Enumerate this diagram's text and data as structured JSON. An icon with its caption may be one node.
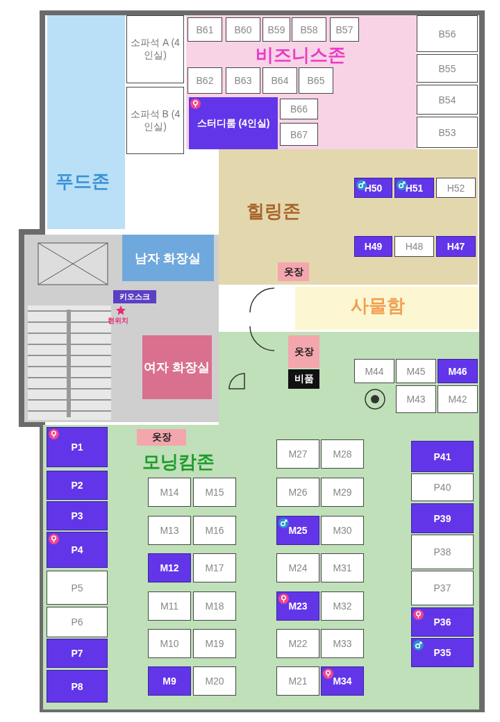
{
  "diagram": {
    "nodes": [
      {
        "text": [
          "푸드존"
        ]
      },
      {
        "text": [
          "소파석 A (4인실)"
        ]
      },
      {
        "text": [
          "소파석 B (4인실)"
        ]
      },
      {
        "text": [
          "비즈니스존"
        ]
      },
      {
        "text": [
          "B61"
        ],
        "in": 3
      },
      {
        "text": [
          "B60"
        ],
        "in": 3
      },
      {
        "text": [
          "B59"
        ],
        "in": 3
      },
      {
        "text": [
          "B58"
        ],
        "in": 3
      },
      {
        "text": [
          "B57"
        ],
        "in": 3
      },
      {
        "text": [
          "B56"
        ]
      },
      {
        "text": [
          "B62"
        ],
        "in": 3
      },
      {
        "text": [
          "B63"
        ],
        "in": 3
      },
      {
        "text": [
          "B64"
        ],
        "in": 3
      },
      {
        "text": [
          "B65"
        ],
        "in": 3
      },
      {
        "text": [
          "B55"
        ]
      },
      {
        "text": [
          "스터디룸 (4인실)"
        ],
        "in": 3
      },
      {
        "text": [
          "B66"
        ],
        "in": 3
      },
      {
        "text": [
          "B54"
        ]
      },
      {
        "text": [
          "B67"
        ],
        "in": 3
      },
      {
        "text": [
          "B53"
        ]
      },
      {
        "text": [
          "힐링존"
        ]
      },
      {
        "text": [
          "H50"
        ],
        "in": 20
      },
      {
        "text": [
          "H51"
        ],
        "in": 20
      },
      {
        "text": [
          "H52"
        ],
        "in": 20
      },
      {
        "text": [
          "H49"
        ],
        "in": 20
      },
      {
        "text": [
          "H48"
        ],
        "in": 20
      },
      {
        "text": [
          "H47"
        ],
        "in": 20
      },
      {
        "text": [
          "옷장"
        ],
        "in": 20
      },
      {
        "text": [
          "남자 화장실"
        ]
      },
      {
        "text": [
          "키오스크"
        ]
      },
      {
        "text": [
          "사물함"
        ]
      },
      {
        "text": [
          "여자 화장실"
        ]
      },
      {
        "text": [
          "모닝캄존"
        ]
      },
      {
        "text": [
          "옷장"
        ]
      },
      {
        "text": [
          "비품"
        ]
      },
      {
        "text": [
          "M44"
        ]
      },
      {
        "text": [
          "M45"
        ]
      },
      {
        "text": [
          "M46"
        ]
      },
      {
        "text": [
          "M43"
        ]
      },
      {
        "text": [
          "M42"
        ]
      },
      {
        "text": [
          "P1"
        ],
        "in": 32
      },
      {
        "text": [
          "옷장"
        ],
        "in": 32
      },
      {
        "text": [
          "M27"
        ],
        "in": 32
      },
      {
        "text": [
          "M28"
        ],
        "in": 32
      },
      {
        "text": [
          "P41"
        ],
        "in": 32
      },
      {
        "text": [
          "P2"
        ],
        "in": 32
      },
      {
        "text": [
          "M14"
        ],
        "in": 32
      },
      {
        "text": [
          "M15"
        ],
        "in": 32
      },
      {
        "text": [
          "M26"
        ],
        "in": 32
      },
      {
        "text": [
          "M29"
        ],
        "in": 32
      },
      {
        "text": [
          "P40"
        ],
        "in": 32
      },
      {
        "text": [
          "P3"
        ],
        "in": 32
      },
      {
        "text": [
          "M13"
        ],
        "in": 32
      },
      {
        "text": [
          "M16"
        ],
        "in": 32
      },
      {
        "text": [
          "M25"
        ],
        "in": 32
      },
      {
        "text": [
          "M30"
        ],
        "in": 32
      },
      {
        "text": [
          "P39"
        ],
        "in": 32
      },
      {
        "text": [
          "P4"
        ],
        "in": 32
      },
      {
        "text": [
          "M12"
        ],
        "in": 32
      },
      {
        "text": [
          "M17"
        ],
        "in": 32
      },
      {
        "text": [
          "M24"
        ],
        "in": 32
      },
      {
        "text": [
          "M31"
        ],
        "in": 32
      },
      {
        "text": [
          "P38"
        ],
        "in": 32
      },
      {
        "text": [
          "P5"
        ],
        "in": 32
      },
      {
        "text": [
          "M11"
        ],
        "in": 32
      },
      {
        "text": [
          "M18"
        ],
        "in": 32
      },
      {
        "text": [
          "M23"
        ],
        "in": 32
      },
      {
        "text": [
          "M32"
        ],
        "in": 32
      },
      {
        "text": [
          "P37"
        ],
        "in": 32
      },
      {
        "text": [
          "P6"
        ],
        "in": 32
      },
      {
        "text": [
          "M10"
        ],
        "in": 32
      },
      {
        "text": [
          "M19"
        ],
        "in": 32
      },
      {
        "text": [
          "M22"
        ],
        "in": 32
      },
      {
        "text": [
          "M33"
        ],
        "in": 32
      },
      {
        "text": [
          "P36"
        ],
        "in": 32
      },
      {
        "text": [
          "P7"
        ],
        "in": 32
      },
      {
        "text": [
          "M9"
        ],
        "in": 32
      },
      {
        "text": [
          "M20"
        ],
        "in": 32
      },
      {
        "text": [
          "M21"
        ],
        "in": 32
      },
      {
        "text": [
          "M34"
        ],
        "in": 32
      },
      {
        "text": [
          "P35"
        ],
        "in": 32
      },
      {
        "text": [
          "P8"
        ],
        "in": 32
      }
    ],
    "labels": [
      "현위치"
    ]
  }
}
